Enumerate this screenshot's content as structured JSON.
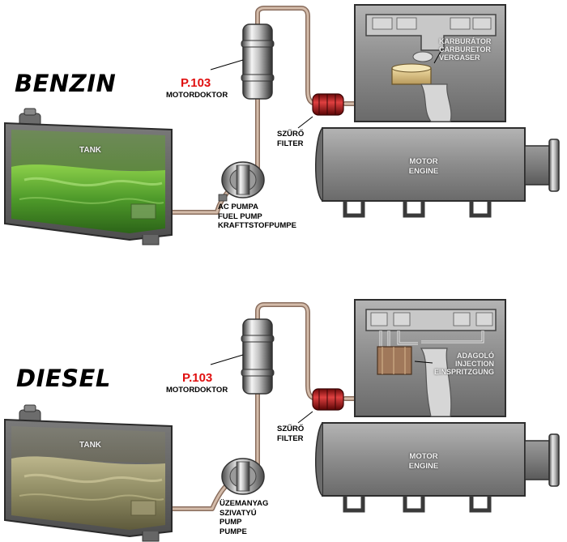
{
  "benzin": {
    "fuel": "BENZIN",
    "product": "P.103",
    "product_name": "MOTORDOKTOR",
    "tank": "TANK",
    "pump_lines": [
      "AC PUMPA",
      "FUEL PUMP",
      "KRAFTTSTOFPUMPE"
    ],
    "filter_lines": [
      "SZŰRŐ",
      "FILTER"
    ],
    "engine_lines": [
      "MOTOR",
      "ENGINE"
    ],
    "carb_lines": [
      "KARBURÁTOR",
      "CARBURETOR",
      "VERGASER"
    ]
  },
  "diesel": {
    "fuel": "DIESEL",
    "product": "P.103",
    "product_name": "MOTORDOKTOR",
    "tank": "TANK",
    "pump_lines": [
      "ÜZEMANYAG",
      "SZIVATYÚ",
      "PUMP",
      "PUMPE"
    ],
    "filter_lines": [
      "SZŰRŐ",
      "FILTER"
    ],
    "engine_lines": [
      "MOTOR",
      "ENGINE"
    ],
    "inj_lines": [
      "ADAGOLÓ",
      "INJECTION",
      "EINSPRITZGUNG"
    ]
  },
  "colors": {
    "product_red": "#e01010",
    "benzin_fuel": "#5fa030",
    "diesel_fuel": "#9c9a70",
    "fuel_line": "#b89c86",
    "filter_red": "#b01818",
    "metal": "#8a8a8a"
  }
}
